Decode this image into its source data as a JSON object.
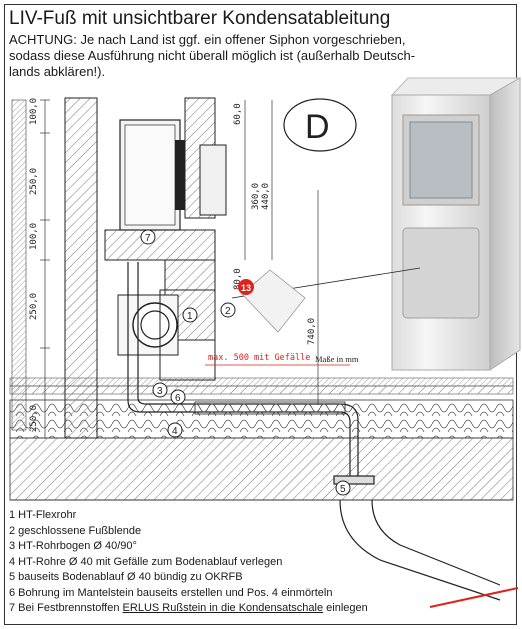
{
  "header": {
    "title": "LIV-Fuß mit unsichtbarer Kondensatableitung",
    "note_line1": "ACHTUNG: Je nach Land ist ggf. ein offener Siphon vorgeschrieben,",
    "note_line2": "sodass diese Ausführung nicht überall möglich ist (außerhalb Deutsch-",
    "note_line3": "lands abklären!)."
  },
  "drawing": {
    "country_badge": "D",
    "unit_note": "Maße in mm",
    "slope_note": "max. 500 mit Gefälle",
    "dims_left": [
      "100,0",
      "250,0",
      "100,0",
      "250,0",
      "250,0"
    ],
    "dims_right": [
      "60,0",
      "360,0",
      "440,0",
      "740,0",
      "80,0"
    ],
    "callouts": [
      "1",
      "2",
      "3",
      "4",
      "5",
      "6",
      "7",
      "13"
    ]
  },
  "legend": {
    "items": [
      "1 HT-Flexrohr",
      "2 geschlossene Fußblende",
      "3 HT-Rohrbogen Ø 40/90°",
      "4 HT-Rohre Ø 40 mit Gefälle zum Bodenablauf verlegen",
      "5 bauseits Bodenablauf Ø 40 bündig zu OKRFB",
      "6 Bohrung im Mantelstein bauseits erstellen und Pos. 4 einmörteln"
    ],
    "item7_prefix": "7 Bei Festbrennstoffen ",
    "item7_link": "ERLUS Rußstein in die Kondensatschale",
    "item7_suffix": " einlegen"
  },
  "colors": {
    "accent_red": "#e0221c",
    "insulation": "#d8d8d8",
    "hatch": "#777777"
  }
}
